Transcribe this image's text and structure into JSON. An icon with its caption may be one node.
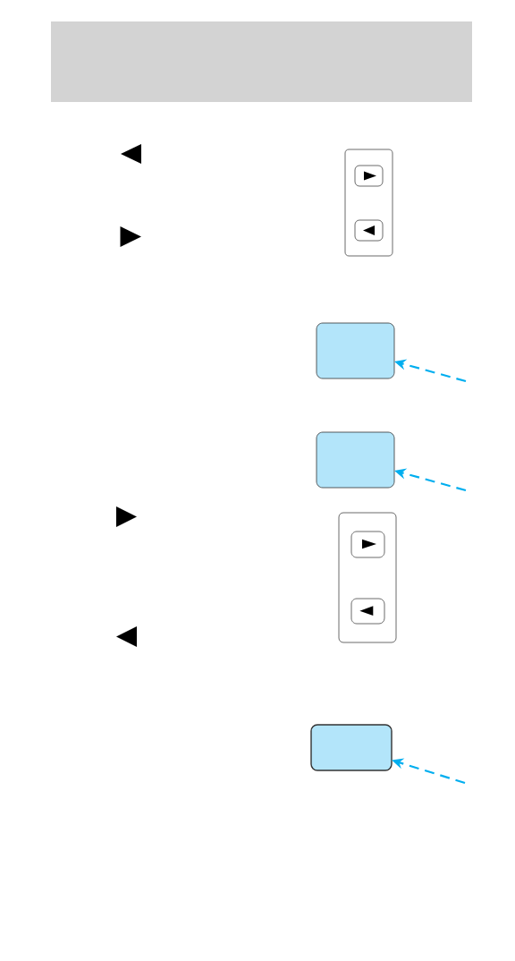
{
  "diagram": {
    "nodes": [
      {
        "text": [],
        "shape": "box"
      },
      {
        "text": [],
        "shape": "box"
      },
      {
        "text": [],
        "shape": "box"
      }
    ],
    "edges": [
      {
        "from": null,
        "to": 0,
        "arrow": "to",
        "style": "dashed"
      },
      {
        "from": null,
        "to": 1,
        "arrow": "to",
        "style": "dashed"
      },
      {
        "from": null,
        "to": 2,
        "arrow": "to",
        "style": "dashed"
      }
    ]
  }
}
